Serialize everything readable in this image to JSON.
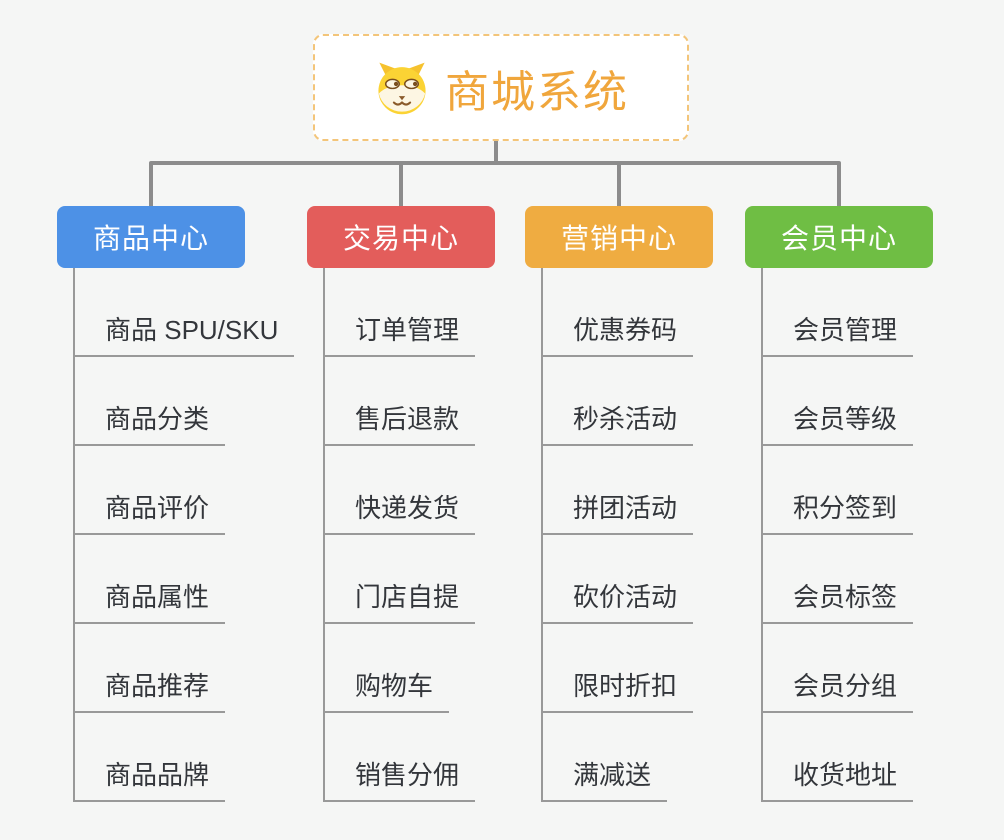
{
  "root": {
    "title": "商城系统",
    "icon": "dog-face-icon",
    "title_color": "#f0a63c",
    "border_color": "#f3c57a"
  },
  "style": {
    "background": "#f5f6f5",
    "connector_color": "#8c8c8c",
    "leaf_line_color": "#999999",
    "leaf_text_color": "#33363b"
  },
  "branches": [
    {
      "label": "商品中心",
      "color": "#4d91e6",
      "children": [
        "商品 SPU/SKU",
        "商品分类",
        "商品评价",
        "商品属性",
        "商品推荐",
        "商品品牌"
      ]
    },
    {
      "label": "交易中心",
      "color": "#e35d5b",
      "children": [
        "订单管理",
        "售后退款",
        "快递发货",
        "门店自提",
        "购物车",
        "销售分佣"
      ]
    },
    {
      "label": "营销中心",
      "color": "#efac41",
      "children": [
        "优惠券码",
        "秒杀活动",
        "拼团活动",
        "砍价活动",
        "限时折扣",
        "满减送"
      ]
    },
    {
      "label": "会员中心",
      "color": "#6fbe44",
      "children": [
        "会员管理",
        "会员等级",
        "积分签到",
        "会员标签",
        "会员分组",
        "收货地址"
      ]
    }
  ]
}
